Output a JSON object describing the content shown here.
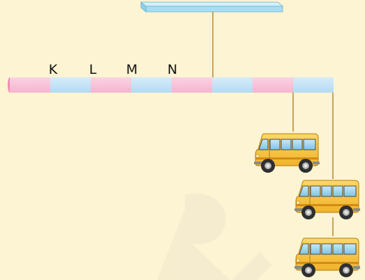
{
  "labels": [
    {
      "id": "k",
      "text": "K"
    },
    {
      "id": "l",
      "text": "L"
    },
    {
      "id": "m",
      "text": "M"
    },
    {
      "id": "n",
      "text": "N"
    }
  ],
  "watermark": {
    "text": "RI"
  },
  "colors": {
    "background": "#fdf4d3",
    "pink_segment": "#f8c3d8",
    "blue_segment": "#c4e3f7",
    "ceiling": "#a8def3",
    "string": "#c9a35c",
    "bus_body": "#f6c23c",
    "bus_window": "#9fd4ef"
  },
  "icons": {
    "ceiling": "ceiling-bar-icon",
    "rod": "striped-rod-icon",
    "vehicle": "school-bus-icon"
  }
}
